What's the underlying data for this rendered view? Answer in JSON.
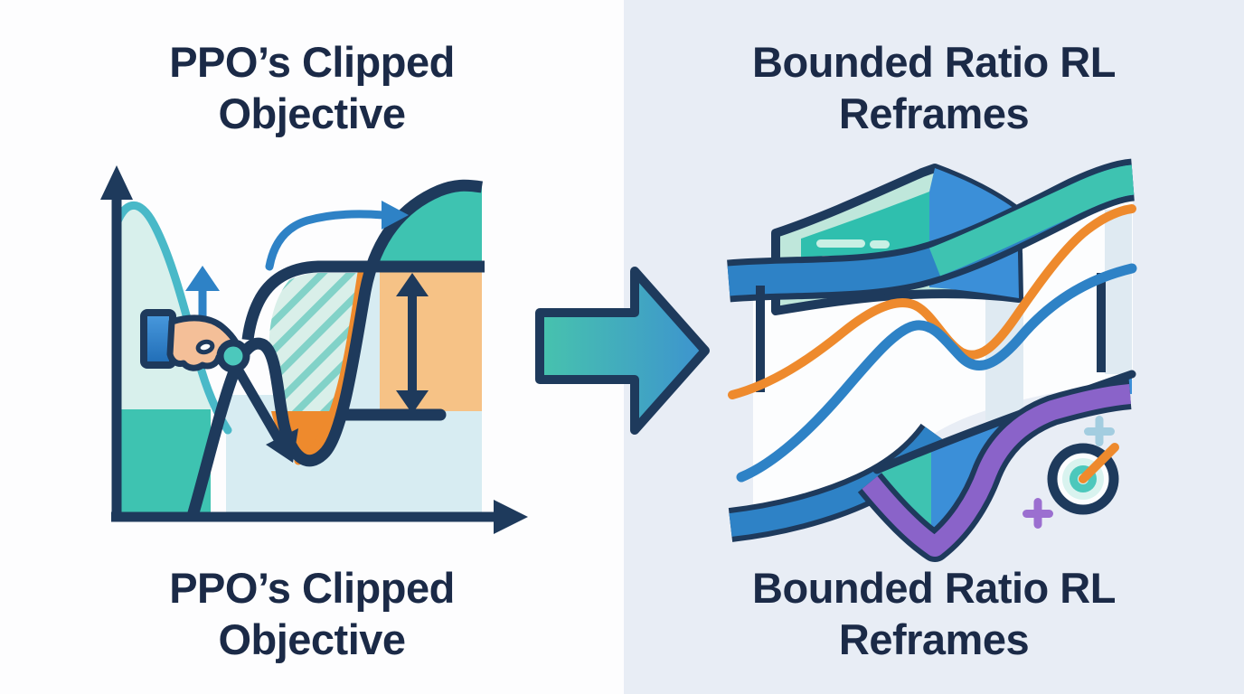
{
  "page": {
    "kind": "concept-illustration",
    "theme": "PPO clipped objective vs bounded ratio RL"
  },
  "left_panel": {
    "title_top": "PPO’s Clipped Objective",
    "caption_bottom": "PPO’s Clipped Objective",
    "illustration_elements": [
      "y-axis-arrow",
      "x-axis-arrow",
      "old-policy-bump-curve",
      "policy-ratio-s-curve",
      "clip-plateau-line",
      "hatched-clipped-region",
      "clipped-loss-valley",
      "clip-range-band",
      "range-double-arrow",
      "baseline-tick",
      "boost-up-arrow",
      "progress-right-arrow",
      "hand-pinching-curve",
      "pull-down-arrow"
    ]
  },
  "center": {
    "transition_arrow": "right-arrow"
  },
  "right_panel": {
    "title_top": "Bounded Ratio RL Reframes",
    "caption_bottom": "Bounded Ratio RL Reframes",
    "illustration_elements": [
      "shield-top",
      "policy-card",
      "upper-bound-band",
      "lower-bound-band",
      "ratio-curve-orange",
      "ratio-curve-blue",
      "left-bound-post",
      "right-bound-post",
      "shield-bottom",
      "target-with-pointer",
      "sparkle-plus-blue",
      "sparkle-plus-purple"
    ]
  },
  "colors": {
    "bgLeft": "#fdfdfe",
    "bgRight": "#e8edf5",
    "navy": "#1e3a5c",
    "ink": "#1b2a47",
    "teal": "#3ec3b1",
    "tealStroke": "#49b9c8",
    "mint": "#d8f0ec",
    "paleCyan": "#d7ecf2",
    "hatchBg": "#d9efe9",
    "hatchStripe": "#82d2c8",
    "orange": "#ee8a2d",
    "paleOrange": "#f6c286",
    "blue": "#2e82c6",
    "shieldBlue": "#3b8fd8",
    "purple": "#8a63c9",
    "cardTeal": "#2fbfae",
    "cardLine": "#c8f0e4",
    "shieldPale": "#bfe7db",
    "skin": "#f4bf98",
    "white": "#fcfdfe",
    "strip": "#dfeaf2",
    "targetMint": "#d9f3ef",
    "targetTeal": "#4cc8bc",
    "plusBlue": "#a3cde0",
    "plusPurple": "#9b6fd0",
    "arrowTeal": "#47c3ad",
    "arrowBlue": "#3d93cf",
    "sleeveLight": "#4a9ade",
    "sleeveDark": "#1f6cb5"
  }
}
